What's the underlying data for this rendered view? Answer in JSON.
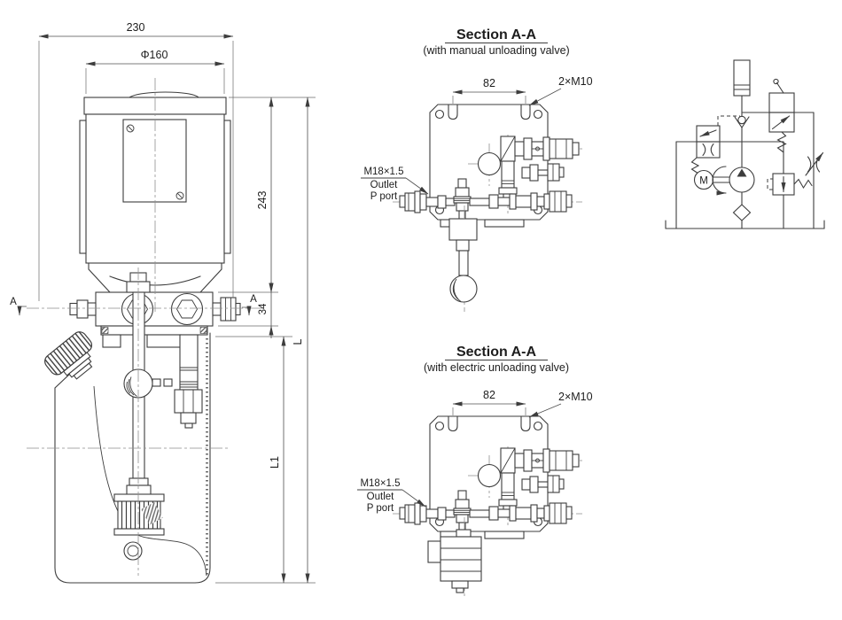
{
  "front_view": {
    "dim_overall_width": "230",
    "dim_motor_diameter": "Φ160",
    "dim_motor_section_height": "243",
    "dim_block_height": "34",
    "dim_total_height": "L",
    "dim_tank_height": "L1",
    "section_label_left": "A",
    "section_label_right": "A"
  },
  "section_manual": {
    "title": "Section A-A",
    "subtitle": "(with manual unloading valve)",
    "dim_hole_pitch": "82",
    "mounting_holes": "2×M10",
    "port_thread": "M18×1.5",
    "port_word1": "Outlet",
    "port_word2": "P port"
  },
  "section_electric": {
    "title": "Section A-A",
    "subtitle": "(with electric unloading valve)",
    "dim_hole_pitch": "82",
    "mounting_holes": "2×M10",
    "port_thread": "M18×1.5",
    "port_word1": "Outlet",
    "port_word2": "P port"
  },
  "schematic": {
    "motor_label": "M"
  },
  "colors": {
    "line": "#3d3d3d",
    "dimension": "#4f4f4f",
    "hatch": "#9c9c9c",
    "centerline": "#8f8f8f",
    "text": "#1d1d1d",
    "background": "#ffffff"
  }
}
